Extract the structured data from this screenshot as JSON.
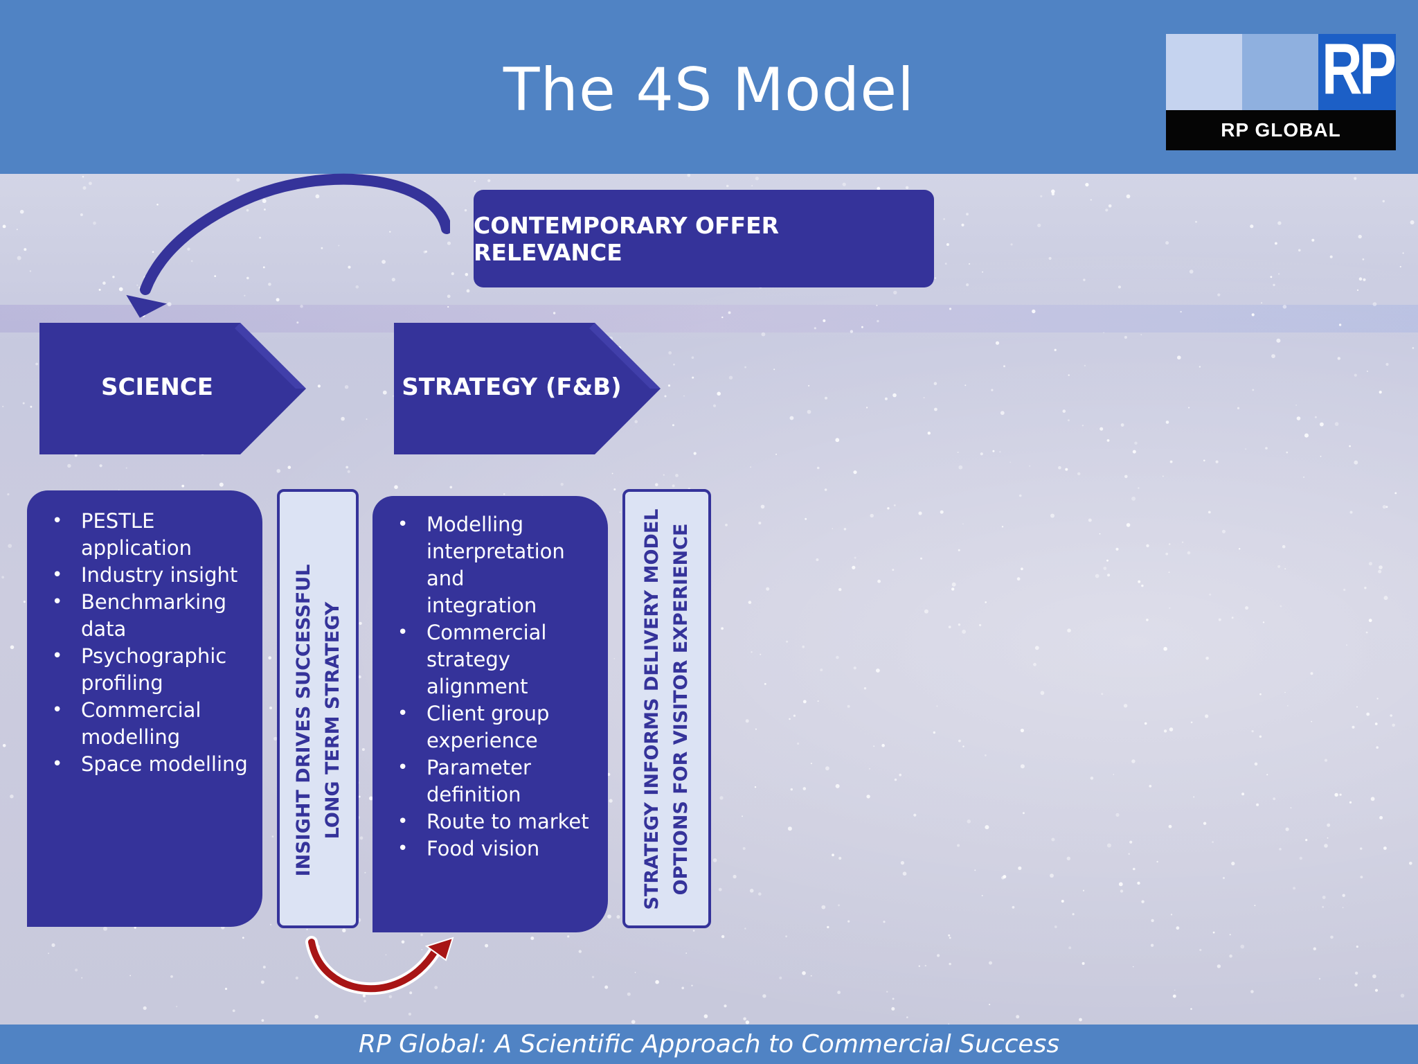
{
  "header": {
    "title": "The 4S Model",
    "logo": {
      "letters": "RP",
      "name": "RP GLOBAL"
    }
  },
  "diagram": {
    "offer_label": "CONTEMPORARY OFFER RELEVANCE",
    "stages": [
      {
        "label": "SCIENCE"
      },
      {
        "label": "STRATEGY (F&B)"
      }
    ],
    "science_items": [
      "PESTLE application",
      "Industry insight",
      "Benchmarking data",
      "Psychographic profiling",
      "Commercial modelling",
      "Space modelling"
    ],
    "strategy_items": [
      "Modelling interpretation and integration",
      "Commercial strategy alignment",
      "Client group experience",
      "Parameter definition",
      "Route to market",
      "Food vision"
    ],
    "connector1": {
      "line1": "INSIGHT DRIVES SUCCESSFUL",
      "line2": "LONG TERM STRATEGY"
    },
    "connector2": {
      "line1": "STRATEGY INFORMS DELIVERY MODEL",
      "line2": "OPTIONS  FOR VISITOR EXPERIENCE"
    }
  },
  "footer": {
    "text": "RP Global: A Scientific Approach to Commercial Success"
  },
  "colors": {
    "header_bar": "#5083c4",
    "box_fill": "#35339a",
    "connector_fill": "#dce3f4",
    "top_arrow": "#35339a",
    "bottom_arrow": "#a81515"
  }
}
